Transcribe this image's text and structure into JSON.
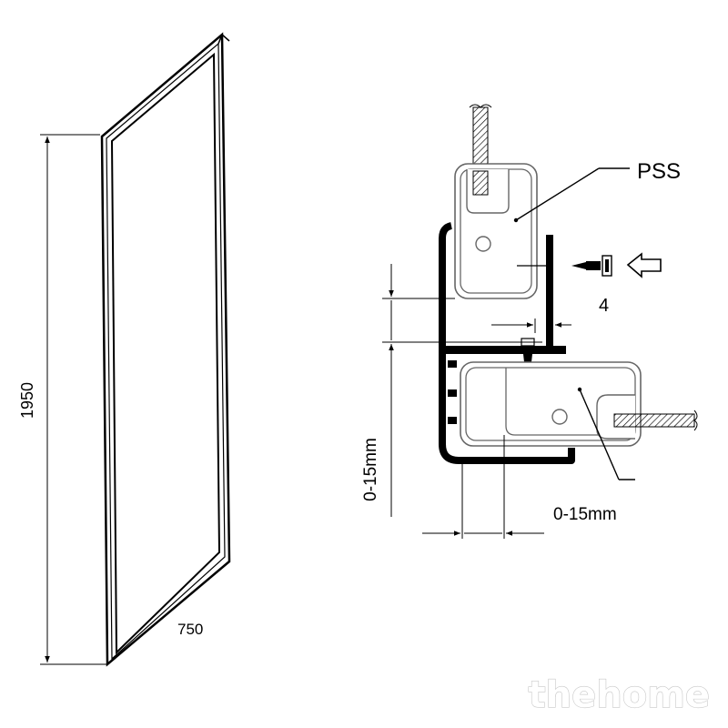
{
  "panel": {
    "height_label": "1950",
    "width_label": "750"
  },
  "detail": {
    "part_label": "PSS",
    "gap_label": "4",
    "horizontal_adjust_label": "0-15mm",
    "vertical_adjust_label": "0-15mm"
  },
  "watermark": {
    "text": "thehome"
  },
  "colors": {
    "line": "#000000",
    "profile_outline": "#555555",
    "watermark_stroke": "#c8c8c8"
  }
}
